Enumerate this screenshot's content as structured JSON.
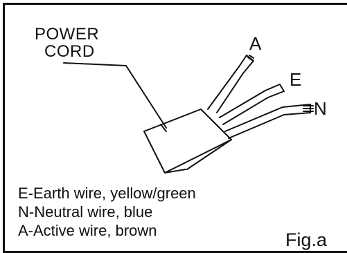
{
  "diagram": {
    "label_cord_line1": "POWER",
    "label_cord_line2": "CORD",
    "wire_label_a": "A",
    "wire_label_e": "E",
    "wire_label_n": "N"
  },
  "legend": {
    "items": [
      "E-Earth wire, yellow/green",
      "N-Neutral wire, blue",
      "A-Active wire, brown"
    ]
  },
  "figure_label": "Fig.a"
}
